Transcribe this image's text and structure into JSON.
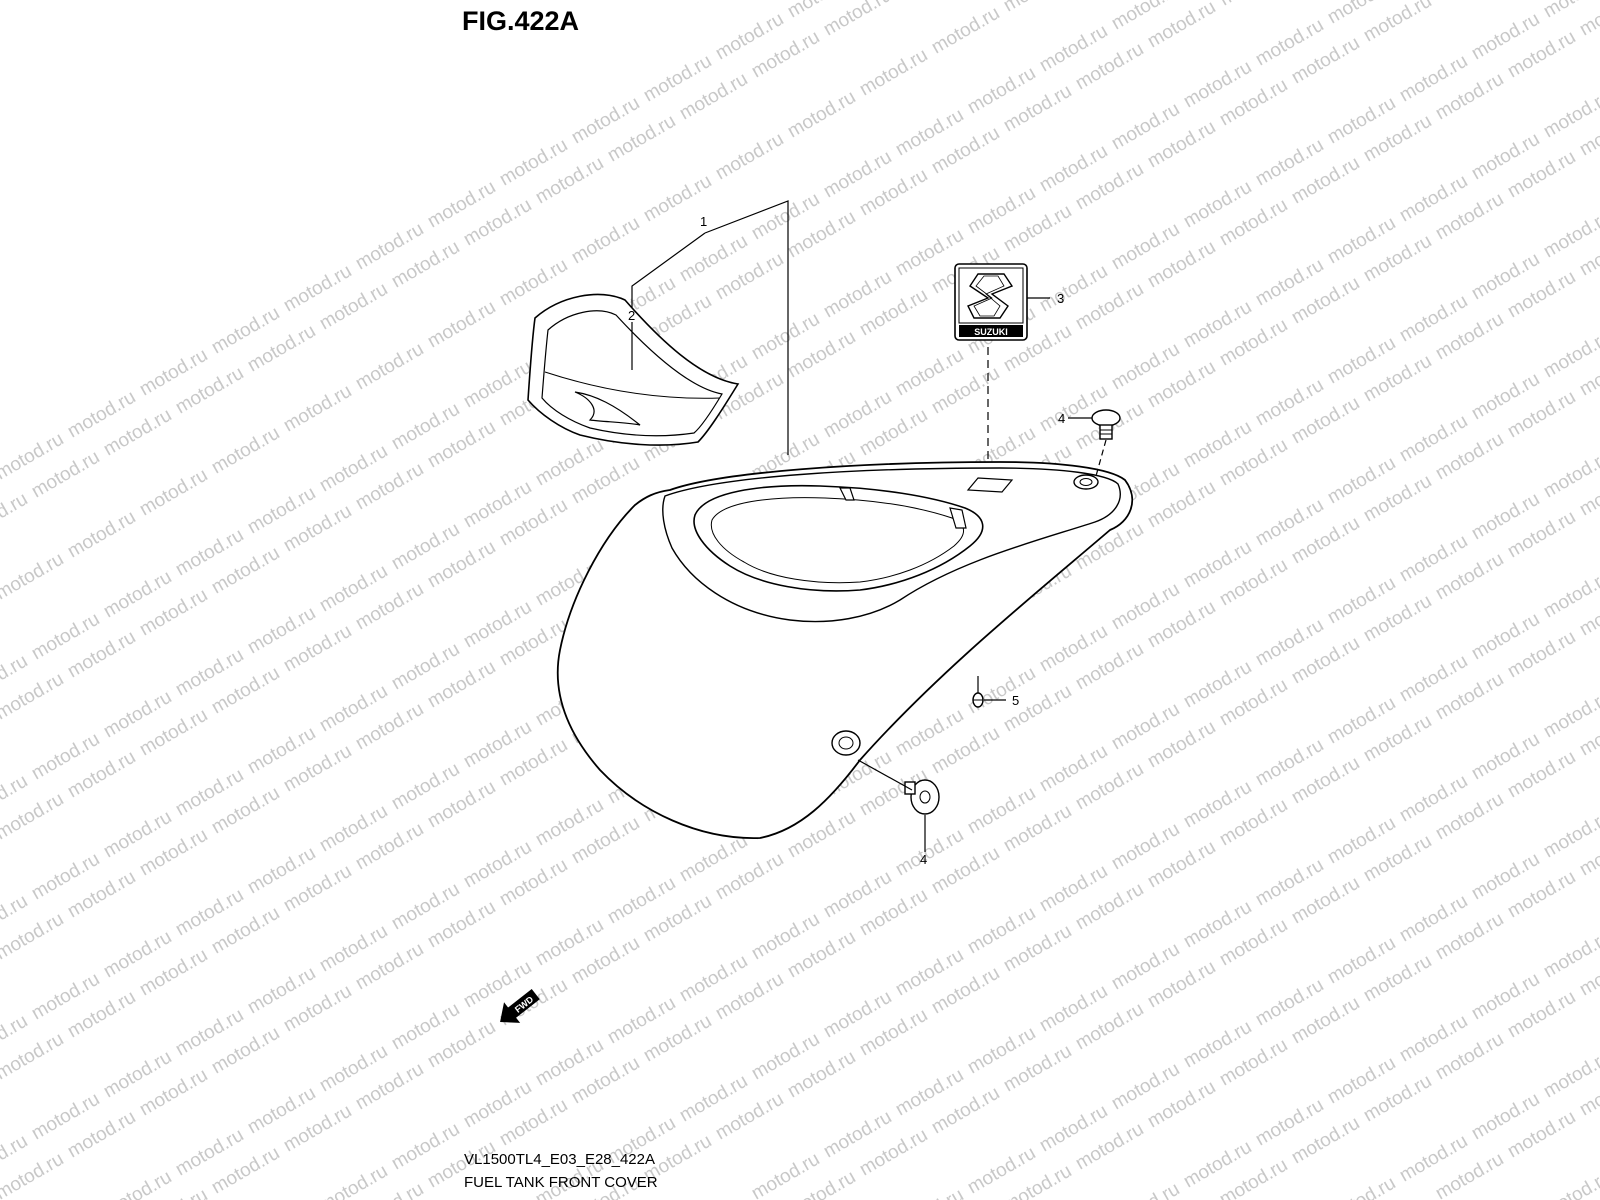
{
  "figure": {
    "title": "FIG.422A",
    "model_code": "VL1500TL4_E03_E28_422A",
    "name": "FUEL TANK FRONT COVER"
  },
  "watermark": {
    "text": "motod.ru",
    "color": "#c8c8c8"
  },
  "callouts": [
    {
      "id": "1",
      "label": "1"
    },
    {
      "id": "2",
      "label": "2"
    },
    {
      "id": "3",
      "label": "3"
    },
    {
      "id": "4a",
      "label": "4"
    },
    {
      "id": "4b",
      "label": "4"
    },
    {
      "id": "5",
      "label": "5"
    }
  ],
  "emblem": {
    "brand_text": "SUZUKI"
  },
  "direction_marker": {
    "text": "FWD",
    "icon": "forward-arrow-icon"
  }
}
